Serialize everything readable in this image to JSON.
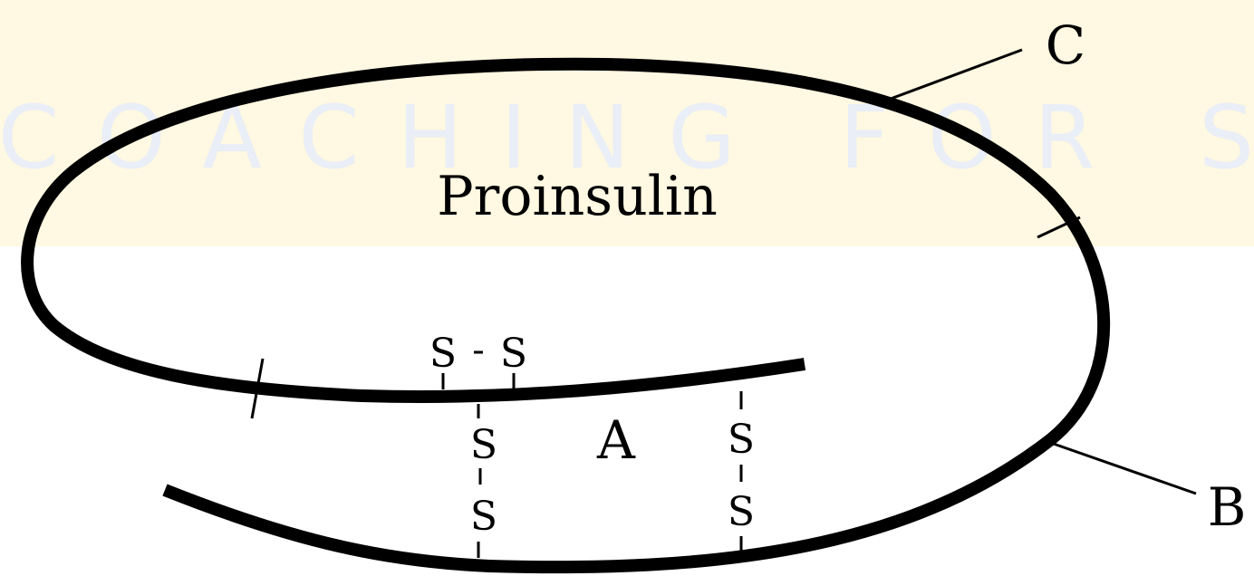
{
  "title": "Proinsulin",
  "chain_labels": {
    "a": "A",
    "b": "B",
    "c": "C"
  },
  "disulfide": {
    "s": "S",
    "dash": "-"
  },
  "watermark": {
    "line2": "COACHING FOR S"
  },
  "colors": {
    "stroke": "#000000",
    "background": "#ffffff",
    "watermark_band": "#fff8e2",
    "watermark_text": "#e9eef7"
  }
}
